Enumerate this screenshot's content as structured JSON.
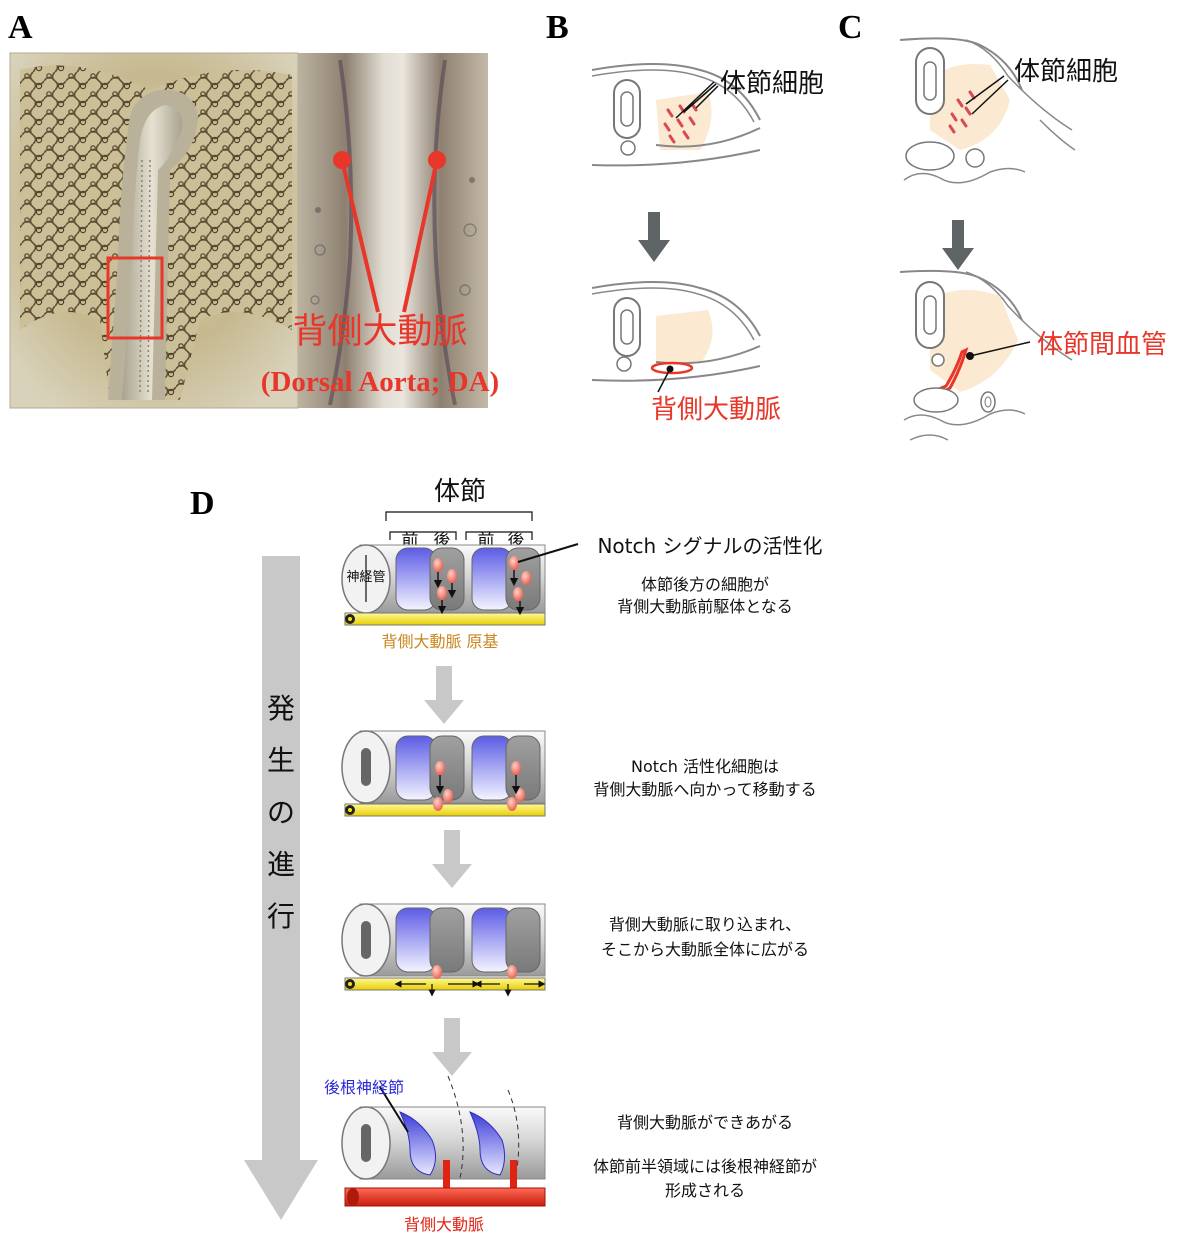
{
  "panels": {
    "a": {
      "label": "A",
      "callout_jp": "背側大動脈",
      "callout_en": "(Dorsal Aorta; DA)"
    },
    "b": {
      "label": "B",
      "somite_cells": "体節細胞",
      "aorta": "背側大動脈"
    },
    "c": {
      "label": "C",
      "somite_cells": "体節細胞",
      "intersomitic_vessel": "体節間血管"
    },
    "d": {
      "label": "D",
      "somite": "体節",
      "anterior": "前",
      "posterior": "後",
      "neural_tube": "神経管",
      "notch_activation": "Notch シグナルの活性化",
      "aorta_primordium": "背側大動脈 原基",
      "drg": "後根神経節",
      "aorta_final": "背側大動脈",
      "progress_chars": [
        "発",
        "生",
        "の",
        "進",
        "行"
      ],
      "steps": [
        {
          "line1": "体節後方の細胞が",
          "line2": "背側大動脈前駆体となる"
        },
        {
          "line1": "Notch 活性化細胞は",
          "line2": "背側大動脈へ向かって移動する"
        },
        {
          "line1": "背側大動脈に取り込まれ、",
          "line2": "そこから大動脈全体に広がる"
        },
        {
          "line1": "背側大動脈ができあがる",
          "line2": ""
        },
        {
          "line1": "体節前半領域には後根神経節が",
          "line2": "形成される"
        }
      ]
    }
  },
  "colors": {
    "accent_red": "#e8362a",
    "somite_blue": "#6b6bea",
    "aorta_yellow": "#f4e21a",
    "arrow_gray": "#c8c8c8",
    "dark_arrow": "#5f6466",
    "tissue_peach": "#fbe9d2"
  }
}
